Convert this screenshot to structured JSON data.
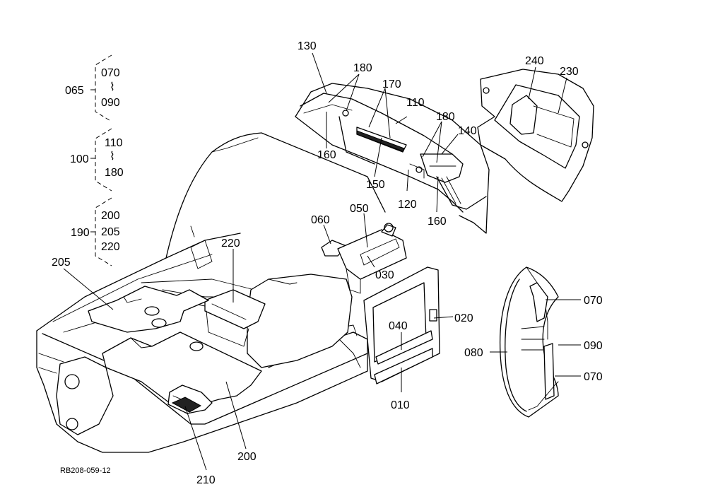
{
  "figure_code": "RB208-059-12",
  "groups": [
    {
      "name": "065",
      "first": "070",
      "sep": "⌇",
      "last": "090"
    },
    {
      "name": "100",
      "first": "110",
      "sep": "⌇",
      "last": "180"
    },
    {
      "name": "190",
      "first": "200",
      "mid": "205",
      "last": "220"
    }
  ],
  "callouts": {
    "c130": "130",
    "c180a": "180",
    "c170": "170",
    "c110": "110",
    "c180b": "180",
    "c140": "140",
    "c160a": "160",
    "c150": "150",
    "c120": "120",
    "c160b": "160",
    "c240": "240",
    "c230": "230",
    "c060": "060",
    "c050": "050",
    "c030": "030",
    "c220": "220",
    "c205": "205",
    "c020": "020",
    "c040": "040",
    "c010": "010",
    "c070a": "070",
    "c090": "090",
    "c080": "080",
    "c070b": "070",
    "c200": "200",
    "c210": "210"
  }
}
